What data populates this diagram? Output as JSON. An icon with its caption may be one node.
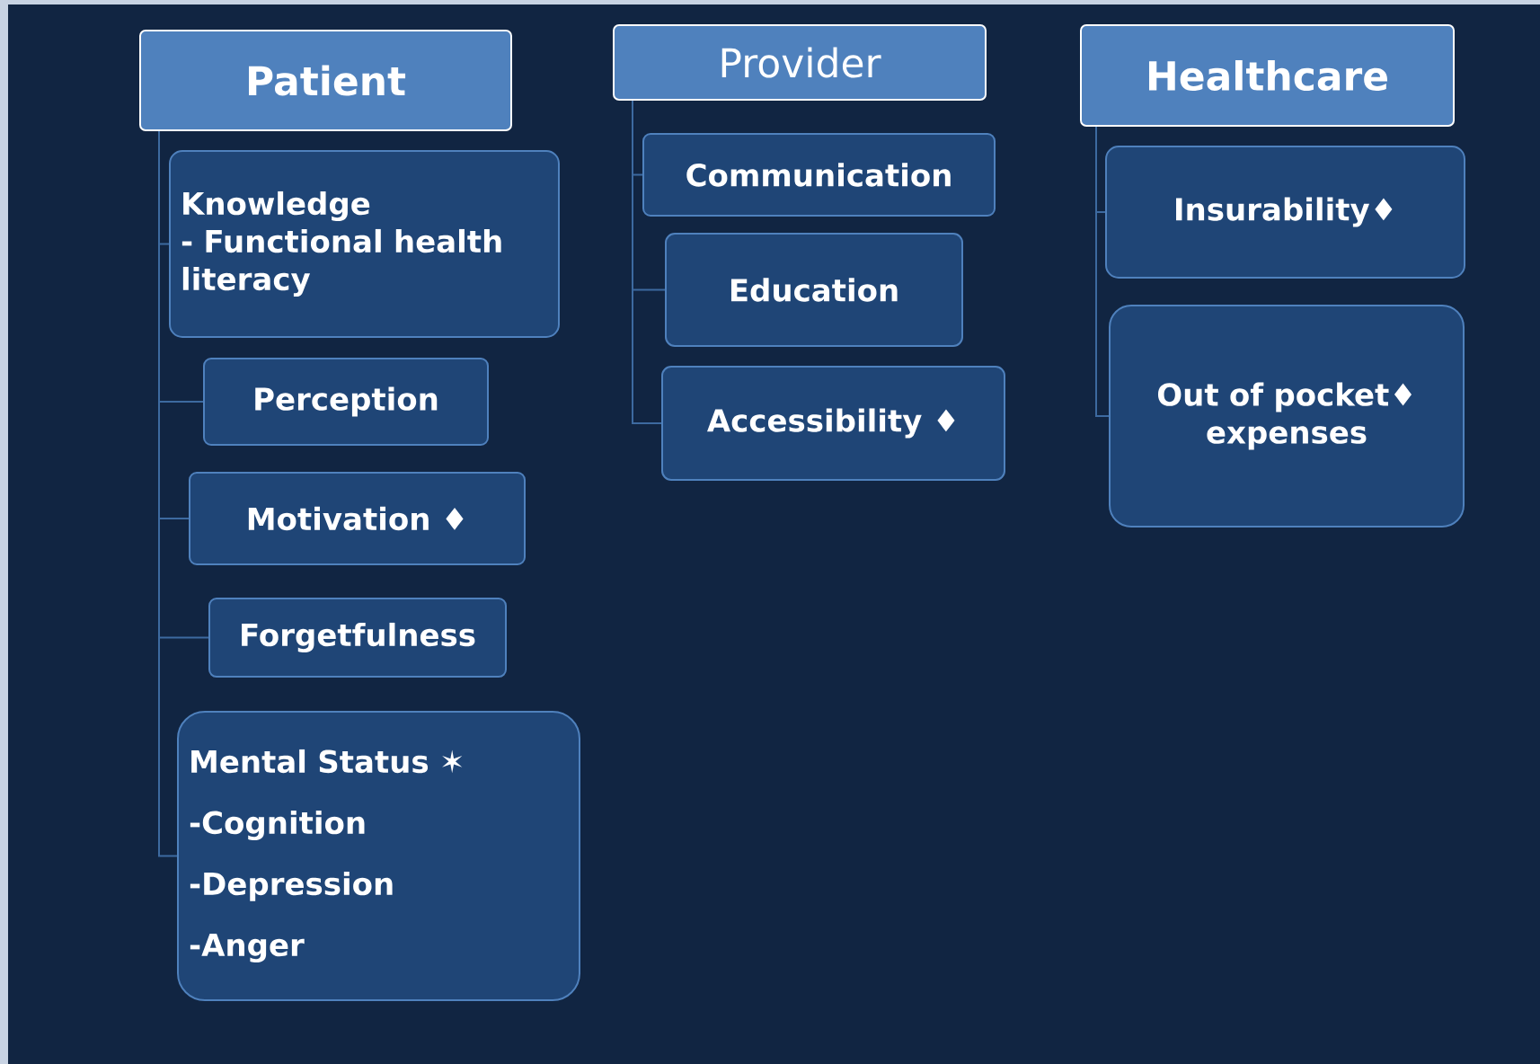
{
  "diagram": {
    "nodes": [
      {
        "text": [
          "Patient"
        ]
      },
      {
        "text": [
          "Knowledge",
          "- Functional health literacy"
        ]
      },
      {
        "text": [
          "Perception"
        ]
      },
      {
        "text": [
          "Motivation ♦"
        ]
      },
      {
        "text": [
          "Forgetfulness"
        ]
      },
      {
        "text": [
          "Mental Status ✶",
          "-Cognition",
          "-Depression",
          "-Anger"
        ]
      },
      {
        "text": [
          "Provider"
        ]
      },
      {
        "text": [
          "Communication"
        ]
      },
      {
        "text": [
          "Education"
        ]
      },
      {
        "text": [
          "Accessibility ♦"
        ]
      },
      {
        "text": [
          "Healthcare"
        ]
      },
      {
        "text": [
          "Insurability♦"
        ]
      },
      {
        "text": [
          "Out of pocket♦ expenses"
        ]
      }
    ],
    "edges": [
      {
        "from": 0,
        "to": 1,
        "arrow": "none"
      },
      {
        "from": 0,
        "to": 2,
        "arrow": "none"
      },
      {
        "from": 0,
        "to": 3,
        "arrow": "none"
      },
      {
        "from": 0,
        "to": 4,
        "arrow": "none"
      },
      {
        "from": 0,
        "to": 5,
        "arrow": "none"
      },
      {
        "from": 6,
        "to": 7,
        "arrow": "none"
      },
      {
        "from": 6,
        "to": 8,
        "arrow": "none"
      },
      {
        "from": 6,
        "to": 9,
        "arrow": "none"
      },
      {
        "from": 10,
        "to": 11,
        "arrow": "none"
      },
      {
        "from": 10,
        "to": 12,
        "arrow": "none"
      }
    ]
  }
}
